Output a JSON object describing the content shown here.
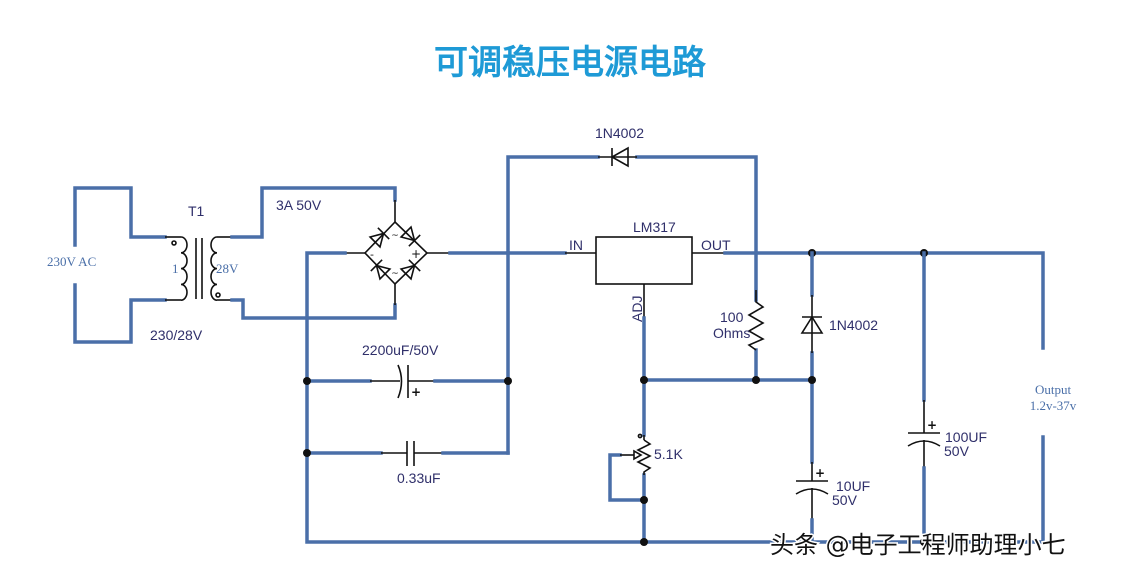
{
  "title": "可调稳压电源电路",
  "watermark": "头条 @电子工程师助理小七",
  "colors": {
    "title": "#1e9ad6",
    "wire": "#4a6fa8",
    "component": "#111111",
    "label": "#2f2f6a"
  },
  "input": {
    "label": "230V AC"
  },
  "transformer": {
    "ref": "T1",
    "ratio": "230/28V",
    "primary_mark": "1",
    "secondary_mark": "28V"
  },
  "bridge": {
    "rating": "3A 50V",
    "neg": "-",
    "pos": "+",
    "ac": "~"
  },
  "regulator": {
    "name": "LM317",
    "in": "IN",
    "out": "OUT",
    "adj": "ADJ"
  },
  "components": {
    "d_bypass": "1N4002",
    "d_protect": "1N4002",
    "c_filter": "2200uF/50V",
    "c_ceramic": "0.33uF",
    "r_fixed_value": "100",
    "r_fixed_unit": "Ohms",
    "pot": "5.1K",
    "c_adj_value": "10UF",
    "c_adj_voltage": "50V",
    "c_out_value": "100UF",
    "c_out_voltage": "50V",
    "plus": "+"
  },
  "output": {
    "label": "Output",
    "range": "1.2v-37v"
  }
}
